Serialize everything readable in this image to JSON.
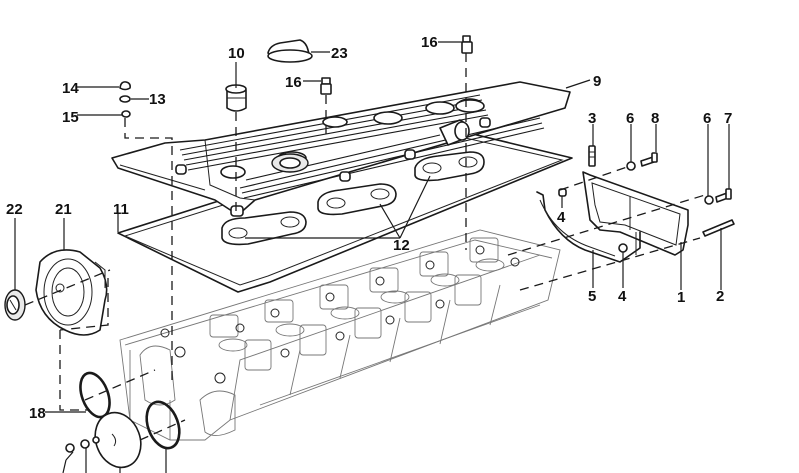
{
  "diagram": {
    "title": "Cylinder head cover exploded view",
    "colors": {
      "line": "#1a1a1a",
      "background": "#ffffff"
    },
    "callouts": {
      "c1": "1",
      "c2": "2",
      "c3": "3",
      "c4a": "4",
      "c4b": "4",
      "c5": "5",
      "c6a": "6",
      "c6b": "6",
      "c7": "7",
      "c8": "8",
      "c9": "9",
      "c10": "10",
      "c11": "11",
      "c12": "12",
      "c13": "13",
      "c14": "14",
      "c15": "15",
      "c16a": "16",
      "c16b": "16",
      "c18": "18",
      "c21": "21",
      "c22": "22",
      "c23": "23"
    },
    "parts": [
      {
        "id": "1",
        "name": "gasket-frame"
      },
      {
        "id": "2",
        "name": "dowel-pin"
      },
      {
        "id": "3",
        "name": "stud"
      },
      {
        "id": "4",
        "name": "nut"
      },
      {
        "id": "5",
        "name": "cover-plate"
      },
      {
        "id": "6",
        "name": "washer"
      },
      {
        "id": "7",
        "name": "bolt"
      },
      {
        "id": "8",
        "name": "bolt"
      },
      {
        "id": "9",
        "name": "cylinder-head-cover"
      },
      {
        "id": "10",
        "name": "rubber-grommet"
      },
      {
        "id": "11",
        "name": "cover-gasket"
      },
      {
        "id": "12",
        "name": "spark-plug-well-gaskets"
      },
      {
        "id": "13",
        "name": "seal-ring"
      },
      {
        "id": "14",
        "name": "cap"
      },
      {
        "id": "15",
        "name": "clip"
      },
      {
        "id": "16",
        "name": "stud-bolt"
      },
      {
        "id": "18",
        "name": "o-ring"
      },
      {
        "id": "21",
        "name": "end-housing"
      },
      {
        "id": "22",
        "name": "shaft-seal"
      },
      {
        "id": "23",
        "name": "oil-filler-cap"
      }
    ]
  }
}
